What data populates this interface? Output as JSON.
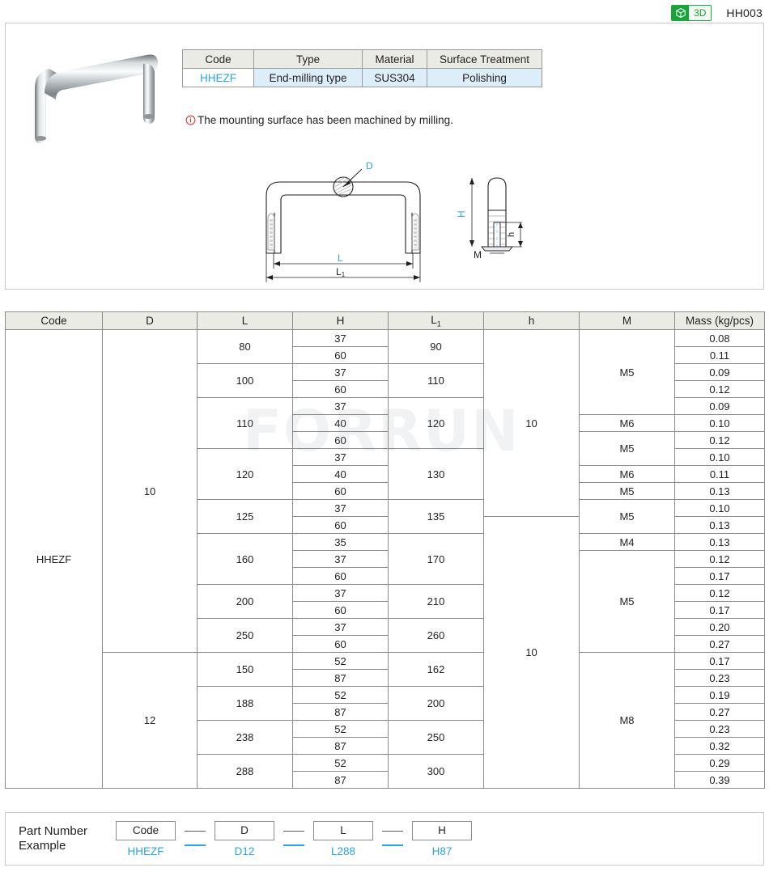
{
  "header": {
    "badge_3d_label": "3D",
    "badge_3d_icon": "cube-icon",
    "part_code": "HH003"
  },
  "spec_table": {
    "headers": [
      "Code",
      "Type",
      "Material",
      "Surface Treatment"
    ],
    "row": [
      "HHEZF",
      "End-milling type",
      "SUS304",
      "Polishing"
    ]
  },
  "note": {
    "icon": "info-circle-icon",
    "text": "The mounting surface has been machined by milling."
  },
  "drawing": {
    "label_d": "D",
    "label_l": "L",
    "label_l1": "L₁",
    "label_h": "H",
    "label_h_small": "h",
    "label_m": "M"
  },
  "data_table": {
    "headers": [
      "Code",
      "D",
      "L",
      "H",
      "L₁",
      "h",
      "M",
      "Mass (kg/pcs)"
    ],
    "code": "HHEZF",
    "d_groups": [
      {
        "value": "10",
        "rows": 19
      },
      {
        "value": "12",
        "rows": 8
      }
    ],
    "l_groups": [
      {
        "value": "80",
        "rows": 2
      },
      {
        "value": "100",
        "rows": 2
      },
      {
        "value": "110",
        "rows": 3
      },
      {
        "value": "120",
        "rows": 3
      },
      {
        "value": "125",
        "rows": 2
      },
      {
        "value": "160",
        "rows": 3
      },
      {
        "value": "200",
        "rows": 2
      },
      {
        "value": "250",
        "rows": 2
      },
      {
        "value": "150",
        "rows": 2
      },
      {
        "value": "188",
        "rows": 2
      },
      {
        "value": "238",
        "rows": 2
      },
      {
        "value": "288",
        "rows": 2
      }
    ],
    "l1_groups": [
      {
        "value": "90",
        "rows": 2
      },
      {
        "value": "110",
        "rows": 2
      },
      {
        "value": "120",
        "rows": 3
      },
      {
        "value": "130",
        "rows": 3
      },
      {
        "value": "135",
        "rows": 2
      },
      {
        "value": "170",
        "rows": 3
      },
      {
        "value": "210",
        "rows": 2
      },
      {
        "value": "260",
        "rows": 2
      },
      {
        "value": "162",
        "rows": 2
      },
      {
        "value": "200",
        "rows": 2
      },
      {
        "value": "250",
        "rows": 2
      },
      {
        "value": "300",
        "rows": 2
      }
    ],
    "h_small_groups": [
      {
        "value": "10",
        "rows": 11
      },
      {
        "value": "10",
        "rows": 16
      }
    ],
    "m_groups": [
      {
        "value": "M5",
        "rows": 5
      },
      {
        "value": "M6",
        "rows": 1
      },
      {
        "value": "M5",
        "rows": 2
      },
      {
        "value": "M6",
        "rows": 1
      },
      {
        "value": "M5",
        "rows": 1
      },
      {
        "value": "M5",
        "rows": 2
      },
      {
        "value": "M4",
        "rows": 1
      },
      {
        "value": "M5",
        "rows": 6
      },
      {
        "value": "M8",
        "rows": 8
      }
    ],
    "h_values": [
      "37",
      "60",
      "37",
      "60",
      "37",
      "40",
      "60",
      "37",
      "40",
      "60",
      "37",
      "60",
      "35",
      "37",
      "60",
      "37",
      "60",
      "37",
      "60",
      "52",
      "87",
      "52",
      "87",
      "52",
      "87",
      "52",
      "87"
    ],
    "mass_values": [
      "0.08",
      "0.11",
      "0.09",
      "0.12",
      "0.09",
      "0.10",
      "0.12",
      "0.10",
      "0.11",
      "0.13",
      "0.10",
      "0.13",
      "0.13",
      "0.12",
      "0.17",
      "0.12",
      "0.17",
      "0.20",
      "0.27",
      "0.17",
      "0.23",
      "0.19",
      "0.27",
      "0.23",
      "0.32",
      "0.29",
      "0.39"
    ]
  },
  "watermark": "FORRUN",
  "part_number_example": {
    "title_line1": "Part Number",
    "title_line2": "Example",
    "boxes": [
      "Code",
      "D",
      "L",
      "H"
    ],
    "values": [
      "HHEZF",
      "D12",
      "L288",
      "H87"
    ]
  },
  "colors": {
    "blue_text": "#2aa3e6",
    "tint_bg": "#ddeefb",
    "header_bg": "#ebebe6",
    "green": "#18a43a",
    "red": "#e02020"
  }
}
